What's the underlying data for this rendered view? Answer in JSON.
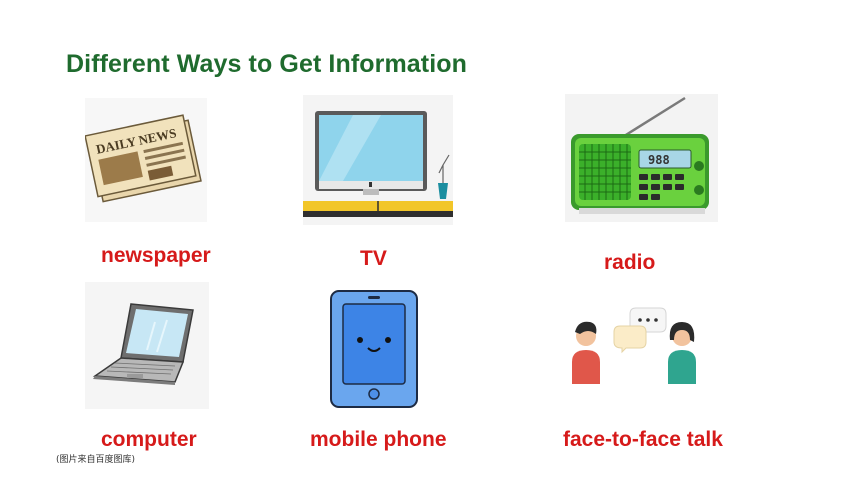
{
  "slide": {
    "title": "Different Ways to Get Information",
    "items": [
      {
        "label": "newspaper",
        "icon": "newspaper-icon",
        "masthead": "DAILY NEWS"
      },
      {
        "label": "TV",
        "icon": "tv-icon"
      },
      {
        "label": "radio",
        "icon": "radio-icon",
        "display": "988"
      },
      {
        "label": "computer",
        "icon": "laptop-icon"
      },
      {
        "label": "mobile phone",
        "icon": "mobile-phone-icon"
      },
      {
        "label": "face-to-face talk",
        "icon": "face-to-face-talk-icon"
      }
    ],
    "caption": "(图片来自百度图库)"
  },
  "colors": {
    "title": "#1f6b2e",
    "label": "#d61a1a"
  }
}
